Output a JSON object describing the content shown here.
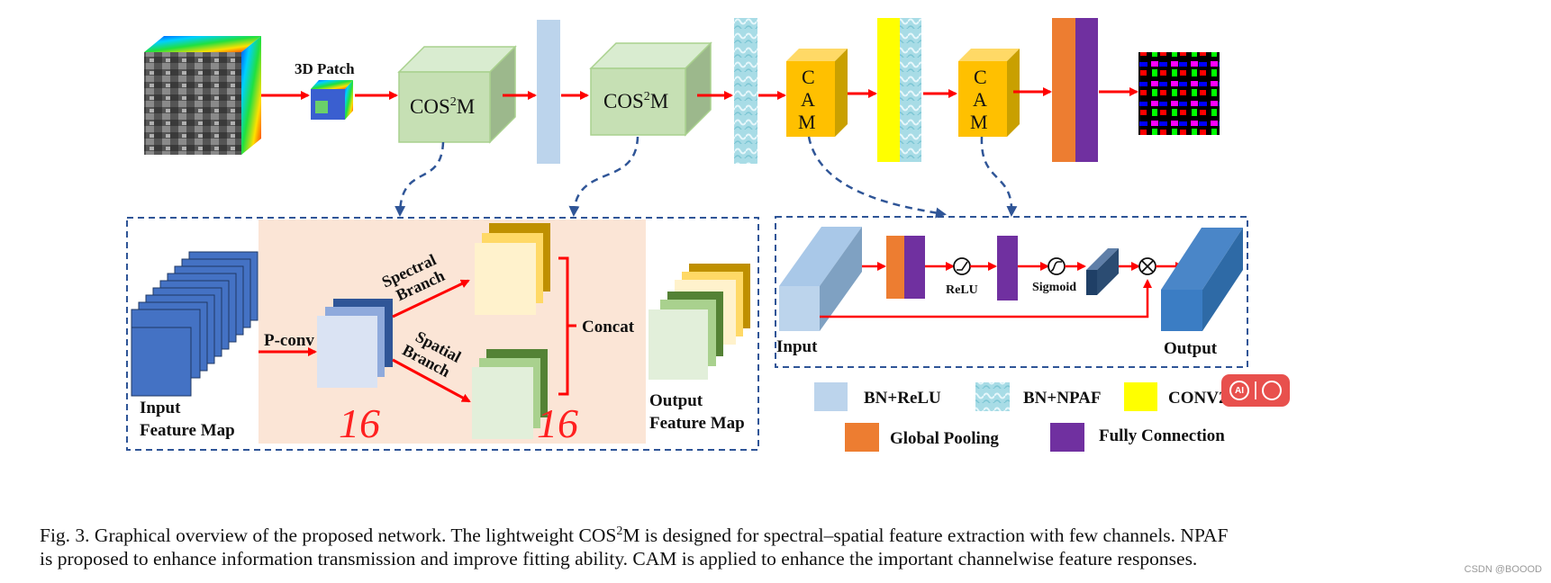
{
  "labels": {
    "patch": "3D Patch",
    "cos2m": "COS",
    "cos2m_sup": "2",
    "cos2m_tail": "M",
    "cam_letters": [
      "C",
      "A",
      "M"
    ],
    "pconv": "P-conv",
    "spectral_l1": "Spectral",
    "spectral_l2": "Branch",
    "spatial_l1": "Spatial",
    "spatial_l2": "Branch",
    "concat": "Concat",
    "input_fm_l1": "Input",
    "input_fm_l2": "Feature Map",
    "output_fm_l1": "Output",
    "output_fm_l2": "Feature Map",
    "cam_input": "Input",
    "cam_output": "Output",
    "relu": "ReLU",
    "sigmoid": "Sigmoid",
    "handwritten_16": "16"
  },
  "legend": [
    {
      "label": "BN+ReLU",
      "color": "#bcd4ec"
    },
    {
      "label": "BN+NPAF",
      "color": "#a8dce6"
    },
    {
      "label": "CONV2D",
      "color": "#ffff00"
    },
    {
      "label": "Global Pooling",
      "color": "#ed7d31"
    },
    {
      "label": "Fully Connection",
      "color": "#7030a0"
    }
  ],
  "colors": {
    "arrow": "#ff0000",
    "dashed": "#2f5597",
    "cube_green": "#c6e0b4",
    "cam_gold": "#ffc000",
    "bn_relu": "#bcd4ec",
    "npaf": "#a8dce6",
    "conv2d": "#ffff00",
    "pooling": "#ed7d31",
    "fc": "#7030a0",
    "cos_bg": "#fbe5d6"
  },
  "icons": {
    "ai_badge": "ai-search-icon"
  },
  "caption": {
    "line1_a": "Fig. 3.    Graphical overview of the proposed network. The lightweight COS",
    "line1_sup": "2",
    "line1_b": "M is designed for spectral–spatial feature extraction with few channels. NPAF",
    "line2": "is proposed to enhance information transmission and improve fitting ability. CAM is applied to enhance the important channelwise feature responses."
  },
  "watermark": "CSDN @BOOOD"
}
